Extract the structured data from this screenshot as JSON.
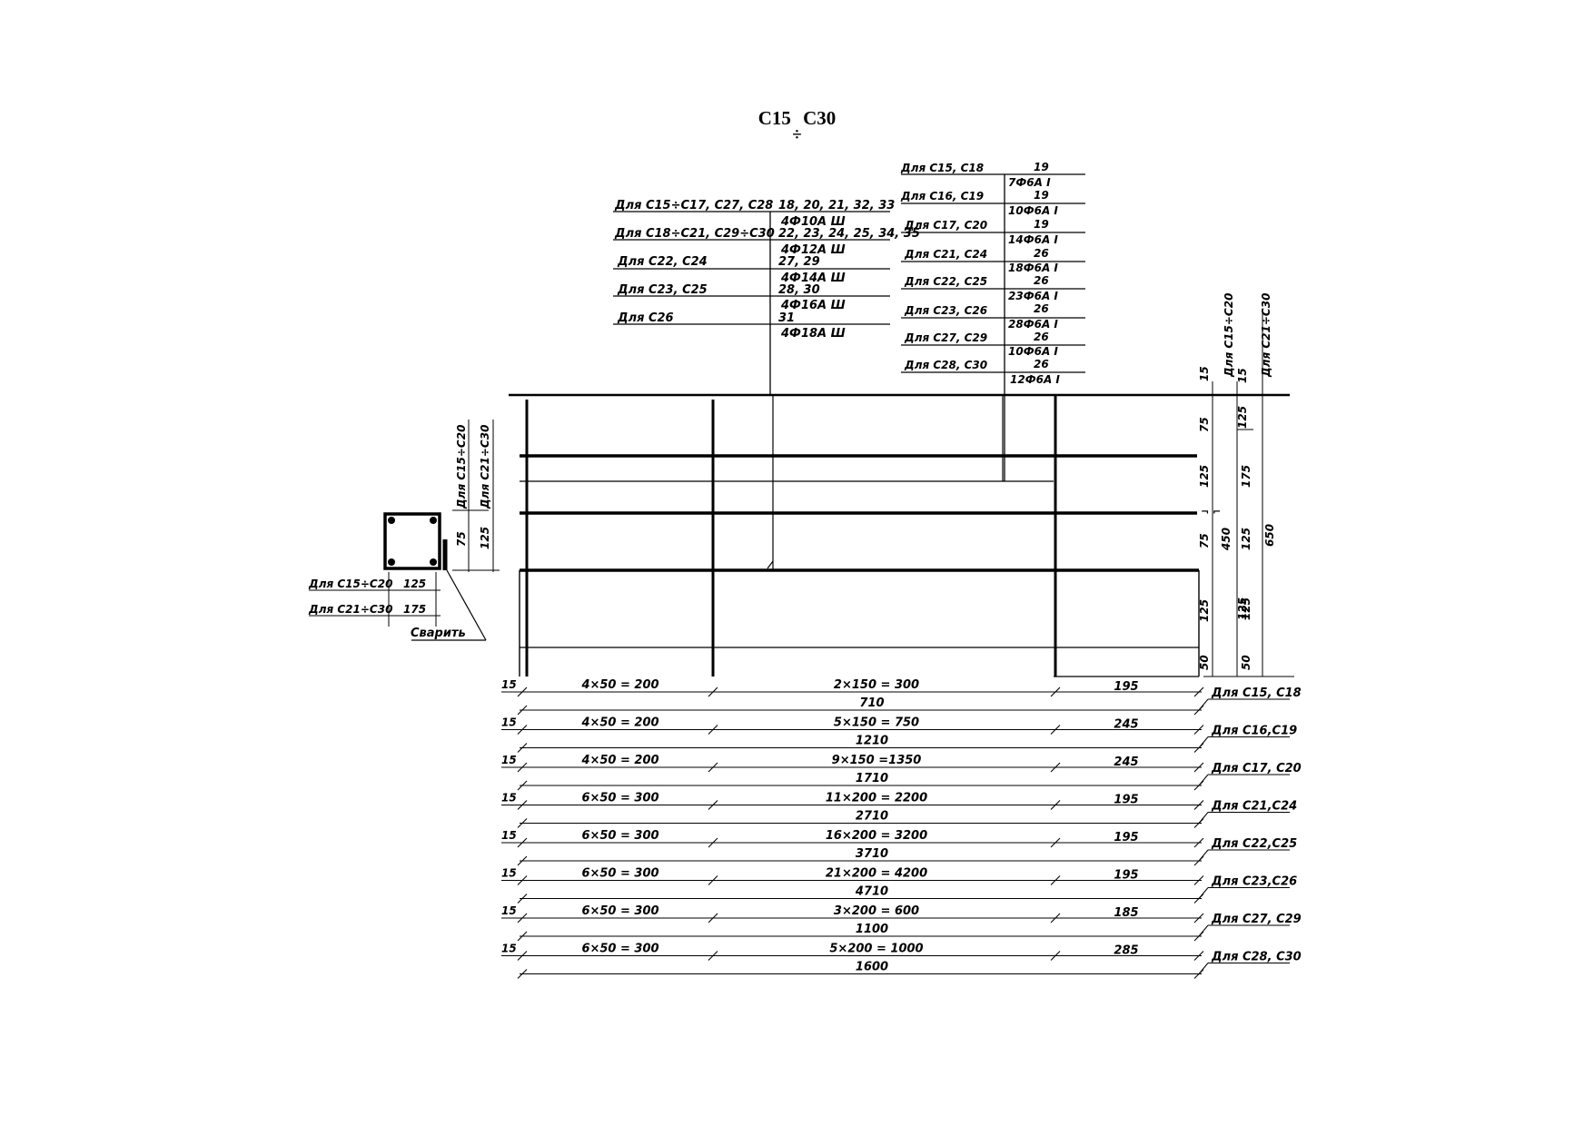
{
  "title": {
    "main": "С15  С30",
    "symbol": "÷"
  },
  "top_table": {
    "rows": [
      {
        "label": "Для С15÷С17, С27, С28",
        "ref": "18, 20, 21, 32, 33",
        "rebar": "4Ф10А Ш"
      },
      {
        "label": "Для С18÷С21, С29÷С30",
        "ref": "22, 23, 24, 25, 34, 35",
        "rebar": "4Ф12А Ш"
      },
      {
        "label": "Для С22, С24",
        "ref": "27, 29",
        "rebar": "4Ф14А Ш"
      },
      {
        "label": "Для С23, С25",
        "ref": "28, 30",
        "rebar": "4Ф16А Ш"
      },
      {
        "label": "Для С26",
        "ref": "31",
        "rebar": "4Ф18А Ш"
      }
    ]
  },
  "stirrup_table": {
    "rows": [
      {
        "label": "Для С15, С18",
        "ref": "19",
        "rebar": "7Ф6А I"
      },
      {
        "label": "Для С16, С19",
        "ref": "19",
        "rebar": "10Ф6А I"
      },
      {
        "label": "Для С17, С20",
        "ref": "19",
        "rebar": "14Ф6А I"
      },
      {
        "label": "Для С21, С24",
        "ref": "26",
        "rebar": "18Ф6А I"
      },
      {
        "label": "Для С22, С25",
        "ref": "26",
        "rebar": "23Ф6А I"
      },
      {
        "label": "Для С23, С26",
        "ref": "26",
        "rebar": "28Ф6А I"
      },
      {
        "label": "Для С27, С29",
        "ref": "26",
        "rebar": "10Ф6А I"
      },
      {
        "label": "Для С28, С30",
        "ref": "26",
        "rebar": "12Ф6А I"
      }
    ]
  },
  "section": {
    "group_label_a": "Для С15÷С20",
    "group_label_b": "Для С21÷С30",
    "height_dims": [
      "75",
      "125"
    ],
    "width_rows": [
      {
        "label": "Для С15÷С20",
        "value": "125"
      },
      {
        "label": "Для С21÷С30",
        "value": "175"
      }
    ],
    "weld_note": "Сварить"
  },
  "right_dims": {
    "group_label_a": "Для С15÷С20",
    "group_label_b": "Для С21÷С30",
    "col1": [
      "15",
      "75",
      "125",
      "75",
      "125",
      "50"
    ],
    "col2": [
      "15",
      "125",
      "450",
      "125",
      "50"
    ],
    "col3": [
      "125",
      "175",
      "125"
    ],
    "total": "650",
    "break_mark": "¬ ⌐"
  },
  "length_rows": [
    {
      "left": "15",
      "a": "4×50 = 200",
      "b": "2×150 = 300",
      "c": "195",
      "total": "710",
      "label": "Для С15, С18"
    },
    {
      "left": "15",
      "a": "4×50 = 200",
      "b": "5×150 = 750",
      "c": "245",
      "total": "1210",
      "label": "Для С16,С19"
    },
    {
      "left": "15",
      "a": "4×50 = 200",
      "b": "9×150 =1350",
      "c": "245",
      "total": "1710",
      "label": "Для С17, С20"
    },
    {
      "left": "15",
      "a": "6×50 = 300",
      "b": "11×200 = 2200",
      "c": "195",
      "total": "2710",
      "label": "Для С21,С24"
    },
    {
      "left": "15",
      "a": "6×50 = 300",
      "b": "16×200 = 3200",
      "c": "195",
      "total": "3710",
      "label": "Для С22,С25"
    },
    {
      "left": "15",
      "a": "6×50 = 300",
      "b": "21×200 = 4200",
      "c": "195",
      "total": "4710",
      "label": "Для С23,С26"
    },
    {
      "left": "15",
      "a": "6×50 = 300",
      "b": "3×200 = 600",
      "c": "185",
      "total": "1100",
      "label": "Для С27, С29"
    },
    {
      "left": "15",
      "a": "6×50 = 300",
      "b": "5×200 = 1000",
      "c": "285",
      "total": "1600",
      "label": "Для С28, С30"
    }
  ]
}
